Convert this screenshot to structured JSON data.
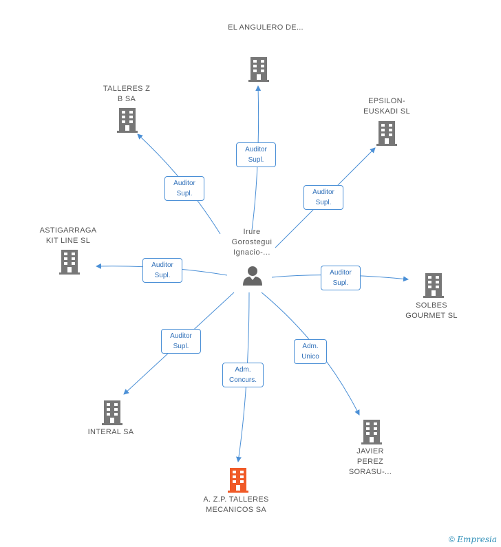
{
  "center": {
    "name": "Irure Gorostegui Ignacio-..."
  },
  "companies": {
    "angulero": "EL ANGULERO DE...",
    "talleres_z": "TALLERES Z B SA",
    "epsilon": "EPSILON-EUSKADI SL",
    "astigarraga": "ASTIGARRAGA KIT LINE SL",
    "solbes": "SOLBES GOURMET SL",
    "interal": "INTERAL SA",
    "azp": "A. Z.P. TALLERES MECANICOS SA",
    "javier": "JAVIER PEREZ SORASU-..."
  },
  "roles": {
    "auditor_supl": "Auditor Supl.",
    "adm_concurs": "Adm. Concurs.",
    "adm_unico": "Adm. Unico"
  },
  "colors": {
    "edge": "#4a8fd6",
    "building": "#777777",
    "highlight": "#f05a28",
    "person": "#666666"
  },
  "footer": {
    "copyright": "©",
    "brand": "Empresia"
  }
}
